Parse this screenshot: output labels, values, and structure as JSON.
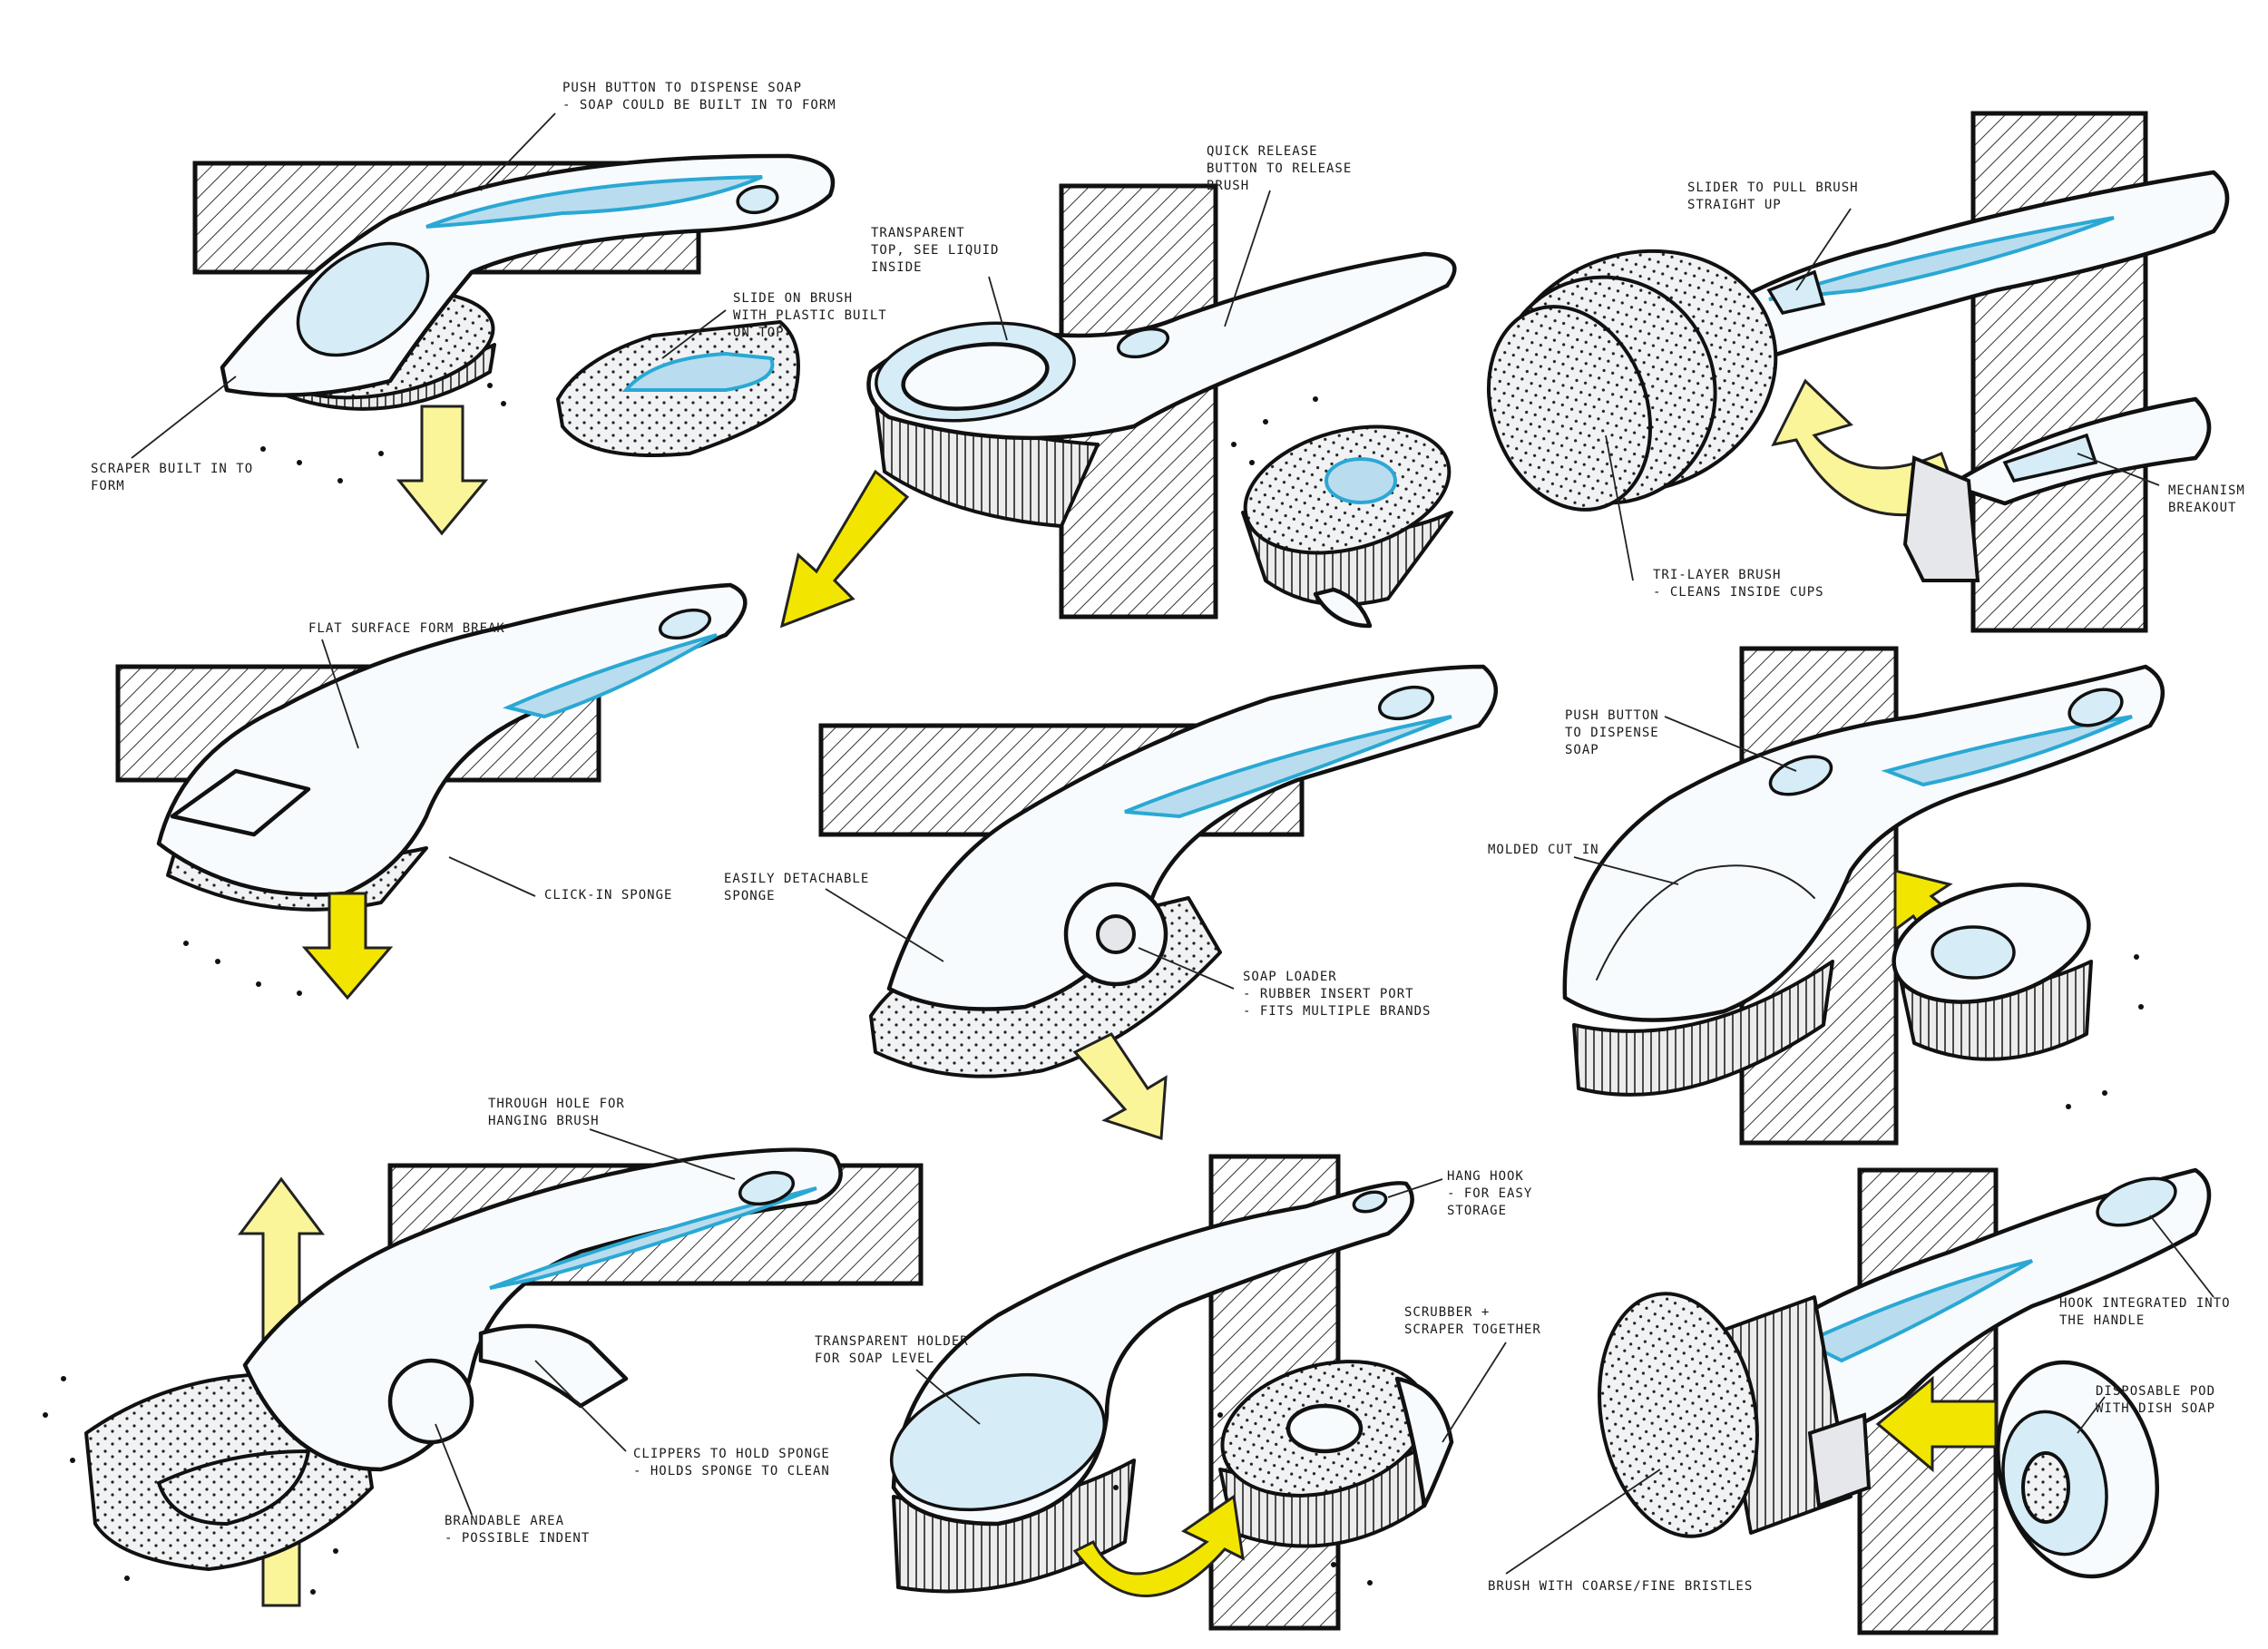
{
  "colors": {
    "ink": "#161616",
    "marker_blue": "#2aa8d4",
    "light_blue": "#b9ddee",
    "arrow_yellow": "#f2e600",
    "arrow_pale": "#fbf59a",
    "grey_marker": "#e5e7ea",
    "paper": "#ffffff"
  },
  "sketches": [
    {
      "id": "s1",
      "notes": [
        {
          "lines": [
            "PUSH BUTTON TO DISPENSE SOAP",
            "- SOAP COULD BE BUILT IN TO FORM"
          ]
        },
        {
          "lines": [
            "SLIDE ON BRUSH",
            "WITH PLASTIC BUILT",
            "ON TOP"
          ]
        },
        {
          "lines": [
            "SCRAPER BUILT IN TO",
            "FORM"
          ]
        }
      ]
    },
    {
      "id": "s2",
      "notes": [
        {
          "lines": [
            "QUICK RELEASE",
            "BUTTON TO RELEASE",
            "BRUSH"
          ]
        },
        {
          "lines": [
            "TRANSPARENT",
            "TOP, SEE LIQUID",
            "INSIDE"
          ]
        }
      ]
    },
    {
      "id": "s3",
      "notes": [
        {
          "lines": [
            "SLIDER TO PULL BRUSH",
            "STRAIGHT UP"
          ]
        },
        {
          "lines": [
            "MECHANISM",
            "BREAKOUT"
          ]
        },
        {
          "lines": [
            "TRI-LAYER BRUSH",
            "- CLEANS INSIDE CUPS"
          ]
        }
      ]
    },
    {
      "id": "s4",
      "notes": [
        {
          "lines": [
            "FLAT SURFACE FORM BREAK"
          ]
        },
        {
          "lines": [
            "CLICK-IN SPONGE"
          ]
        }
      ]
    },
    {
      "id": "s5",
      "notes": [
        {
          "lines": [
            "EASILY DETACHABLE",
            "SPONGE"
          ]
        },
        {
          "lines": [
            "SOAP LOADER",
            "- RUBBER INSERT PORT",
            "- FITS MULTIPLE BRANDS"
          ]
        }
      ]
    },
    {
      "id": "s6",
      "notes": [
        {
          "lines": [
            "PUSH BUTTON",
            "TO DISPENSE",
            "SOAP"
          ]
        },
        {
          "lines": [
            "MOLDED CUT IN"
          ]
        }
      ]
    },
    {
      "id": "s7",
      "notes": [
        {
          "lines": [
            "THROUGH HOLE FOR",
            "HANGING BRUSH"
          ]
        },
        {
          "lines": [
            "CLIPPERS TO HOLD SPONGE",
            "- HOLDS SPONGE TO CLEAN"
          ]
        },
        {
          "lines": [
            "BRANDABLE AREA",
            "- POSSIBLE INDENT"
          ]
        }
      ]
    },
    {
      "id": "s8",
      "notes": [
        {
          "lines": [
            "HANG HOOK",
            "- FOR EASY",
            "STORAGE"
          ]
        },
        {
          "lines": [
            "SCRUBBER +",
            "SCRAPER TOGETHER"
          ]
        },
        {
          "lines": [
            "TRANSPARENT HOLDER",
            "FOR SOAP LEVEL"
          ]
        }
      ]
    },
    {
      "id": "s9",
      "notes": [
        {
          "lines": [
            "HOOK INTEGRATED INTO",
            "THE HANDLE"
          ]
        },
        {
          "lines": [
            "DISPOSABLE POD",
            "WITH DISH SOAP"
          ]
        },
        {
          "lines": [
            "BRUSH WITH COARSE/FINE BRISTLES"
          ]
        }
      ]
    }
  ]
}
